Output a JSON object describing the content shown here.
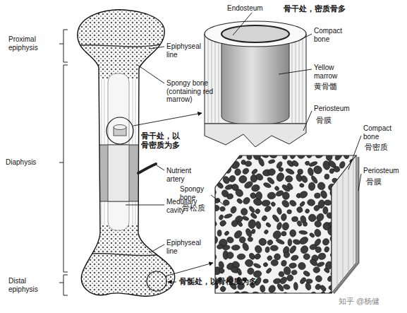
{
  "diagram": {
    "labels": [
      "Proximal epiphysis",
      "Epiphyseal line",
      "Spongy bone (containing red marrow)",
      "骨干处，以骨密质为多",
      "Diaphysis",
      "Nutrient artery",
      "Medullary cavity",
      "Epiphyseal line",
      "Distal epiphysis",
      "骨骺处，以骨松质为多",
      "Endosteum",
      "骨干处，密质骨多",
      "Compact bone",
      "Yellow marrow",
      "黄骨髓",
      "Periosteum",
      "骨膜",
      "Compact bone",
      "骨密质",
      "Periosteum",
      "骨膜",
      "Spongy bone",
      "骨松质",
      "知乎 @杨健"
    ]
  }
}
